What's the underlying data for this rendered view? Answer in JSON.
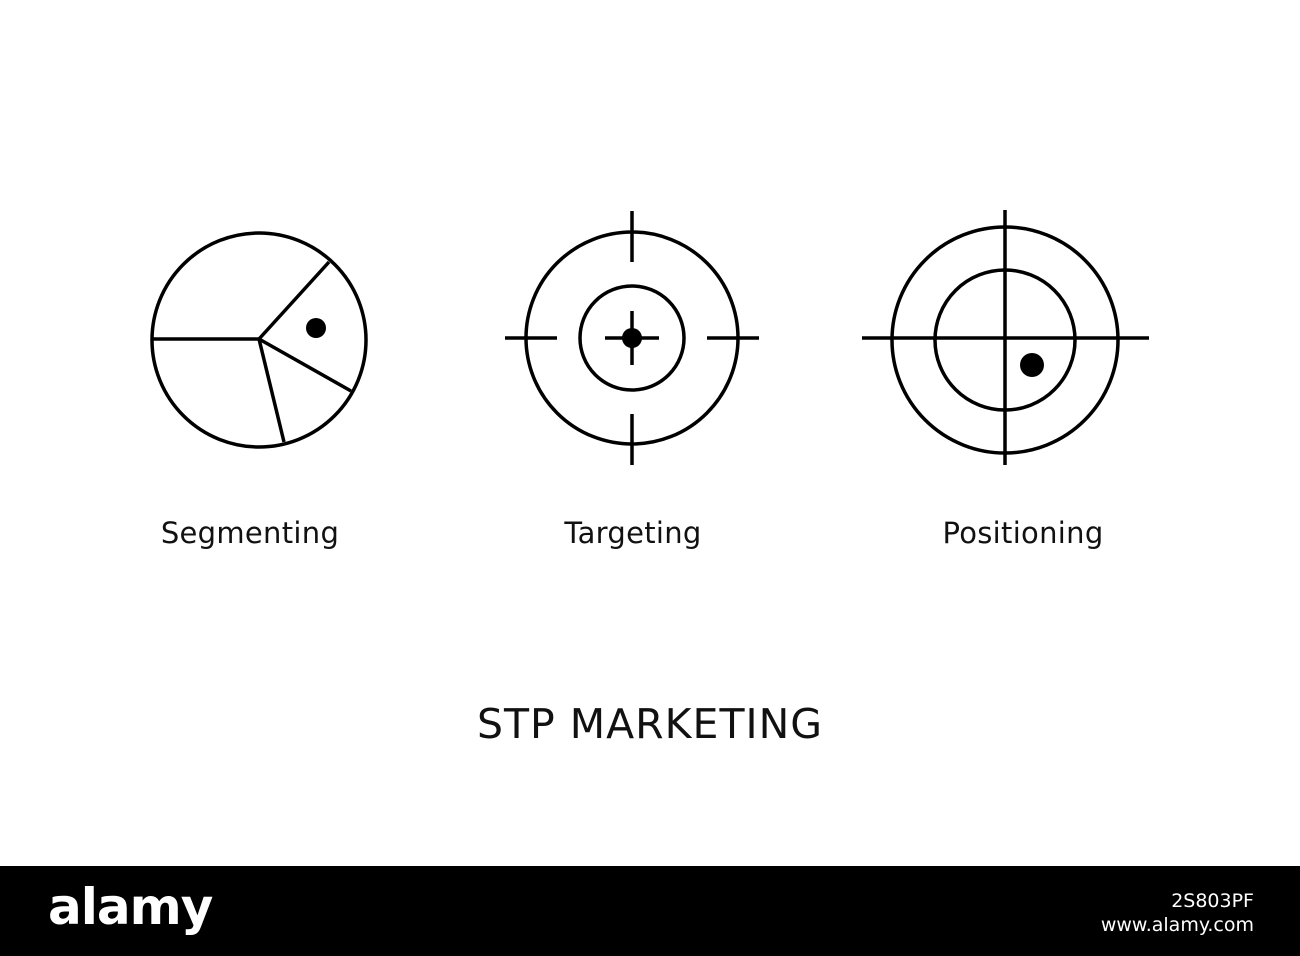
{
  "steps": [
    {
      "label": "Segmenting",
      "icon": "pie-segment-icon"
    },
    {
      "label": "Targeting",
      "icon": "crosshair-target-icon"
    },
    {
      "label": "Positioning",
      "icon": "position-target-icon"
    }
  ],
  "title": "STP MARKETING",
  "footer": {
    "logo": "alamy",
    "image_id": "2S803PF",
    "site": "www.alamy.com"
  },
  "colors": {
    "background": "#ffffff",
    "stroke": "#000000",
    "footer": "#000000",
    "footer_text": "#ffffff"
  }
}
